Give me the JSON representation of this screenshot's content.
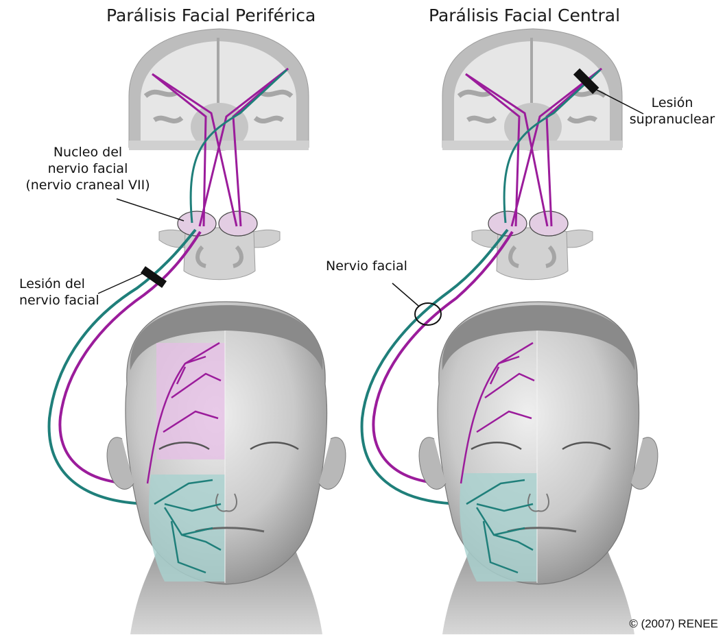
{
  "titles": {
    "peripheral": "Parálisis Facial Periférica",
    "central": "Parálisis Facial Central"
  },
  "labels": {
    "nucleus": [
      "Nucleo del",
      "nervio facial",
      "(nervio craneal VII)"
    ],
    "nerve_lesion": [
      "Lesión del",
      "nervio facial"
    ],
    "facial_nerve": "Nervio facial",
    "supranuclear_lesion": [
      "Lesión",
      "supranuclear"
    ]
  },
  "credit": "© (2007) RENEE",
  "colors": {
    "upper_motor_pathway": "#9b1c9b",
    "lower_motor_pathway": "#1f7f7a",
    "affected_upper_face": "#e6bde6",
    "affected_lower_face": "#a9d2cf",
    "brain_tissue": "#bdbdbd",
    "white_matter": "#e9e9e9"
  }
}
